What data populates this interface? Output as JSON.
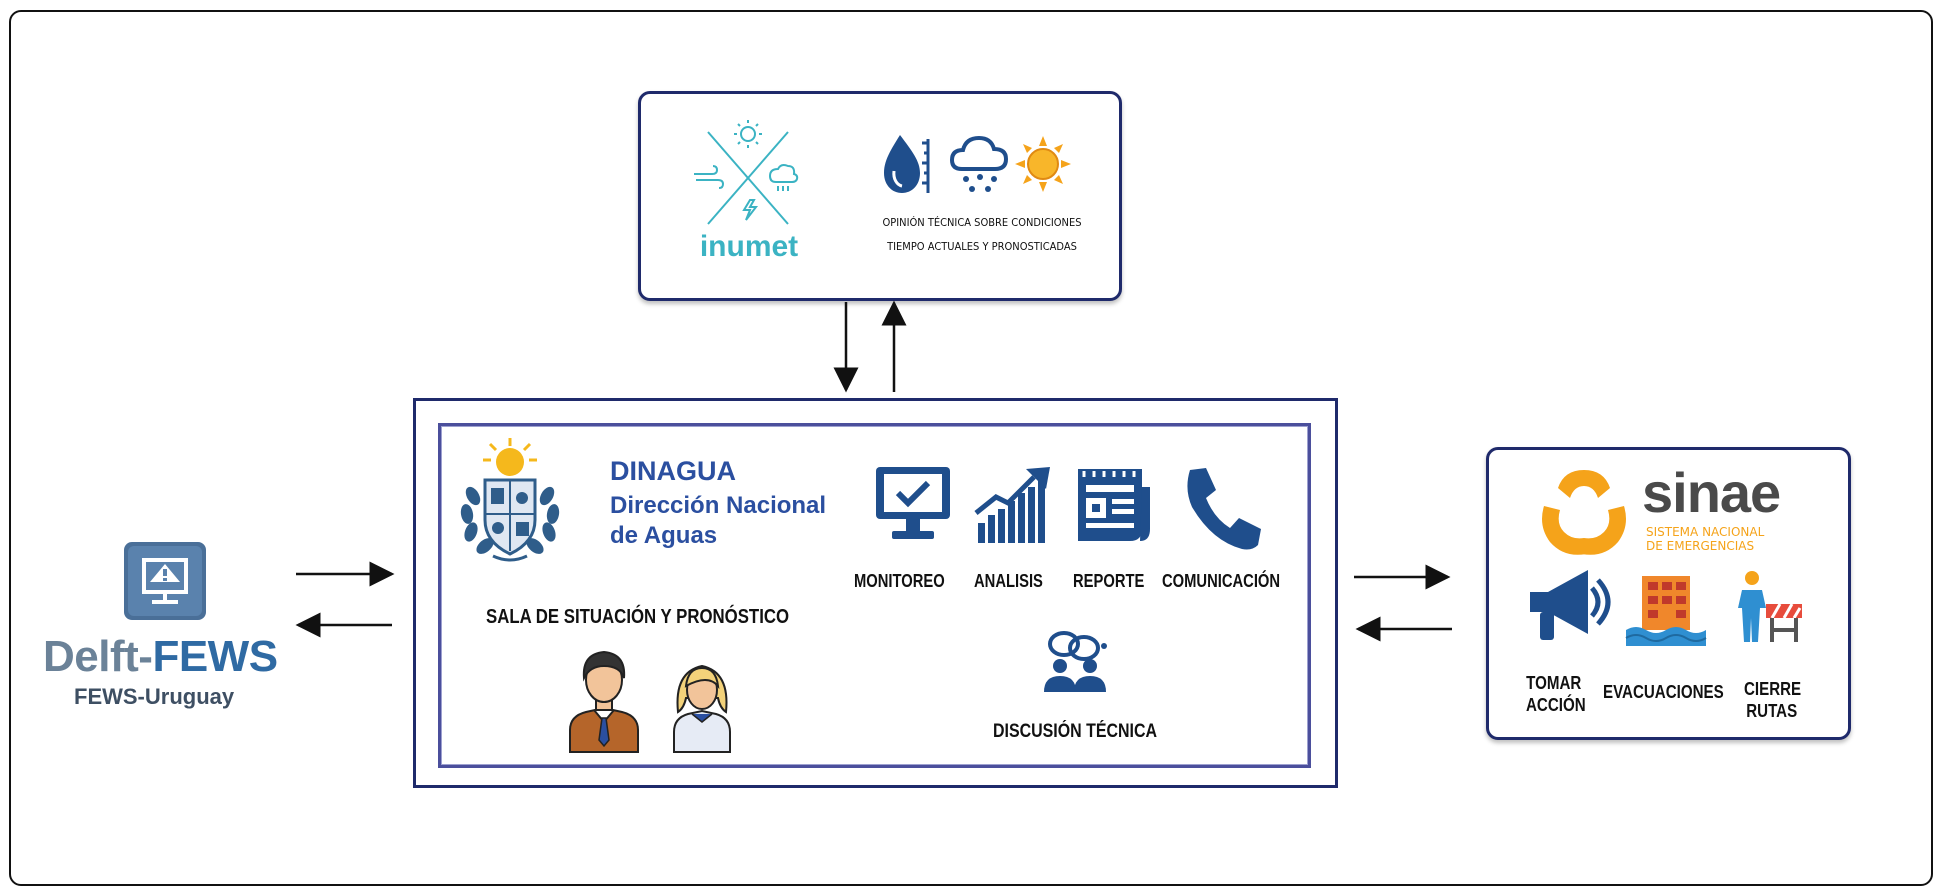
{
  "inumet": {
    "logo_text": "inumet",
    "description_line1": "OPINIÓN TÉCNICA SOBRE CONDICIONES",
    "description_line2": "TIEMPO ACTUALES Y PRONOSTICADAS",
    "icons": [
      "water-drop-gauge-icon",
      "rain-cloud-icon",
      "sun-icon"
    ]
  },
  "dinagua": {
    "name": "DINAGUA",
    "full_name_line1": "Dirección Nacional",
    "full_name_line2": "de Aguas",
    "room_title": "SALA DE SITUACIÓN Y PRONÓSTICO",
    "activities": [
      {
        "label": "MONITOREO",
        "icon": "monitor-check-icon"
      },
      {
        "label": "ANALISIS",
        "icon": "growth-chart-icon"
      },
      {
        "label": "REPORTE",
        "icon": "report-document-icon"
      },
      {
        "label": "COMUNICACIÓN",
        "icon": "phone-icon"
      }
    ],
    "discussion_label": "DISCUSIÓN TÉCNICA"
  },
  "fews": {
    "brand_part1": "Delft-",
    "brand_part2": "FEWS",
    "subtitle": "FEWS-Uruguay"
  },
  "sinae": {
    "logo_text": "sinae",
    "subtitle_line1": "SISTEMA NACIONAL",
    "subtitle_line2": "DE EMERGENCIAS",
    "actions": [
      {
        "label_line1": "TOMAR",
        "label_line2": "ACCIÓN",
        "icon": "megaphone-icon"
      },
      {
        "label_line1": "EVACUACIONES",
        "label_line2": "",
        "icon": "flooded-building-icon"
      },
      {
        "label_line1": "CIERRE",
        "label_line2": "RUTAS",
        "icon": "road-barrier-worker-icon"
      }
    ]
  },
  "colors": {
    "box_border": "#1f2a6b",
    "inumet_teal": "#3bb3c3",
    "dinagua_blue": "#2b4fa0",
    "icon_navy": "#1f4e8c",
    "sinae_orange": "#f5a31a",
    "sinae_gray": "#4a4a4a"
  }
}
